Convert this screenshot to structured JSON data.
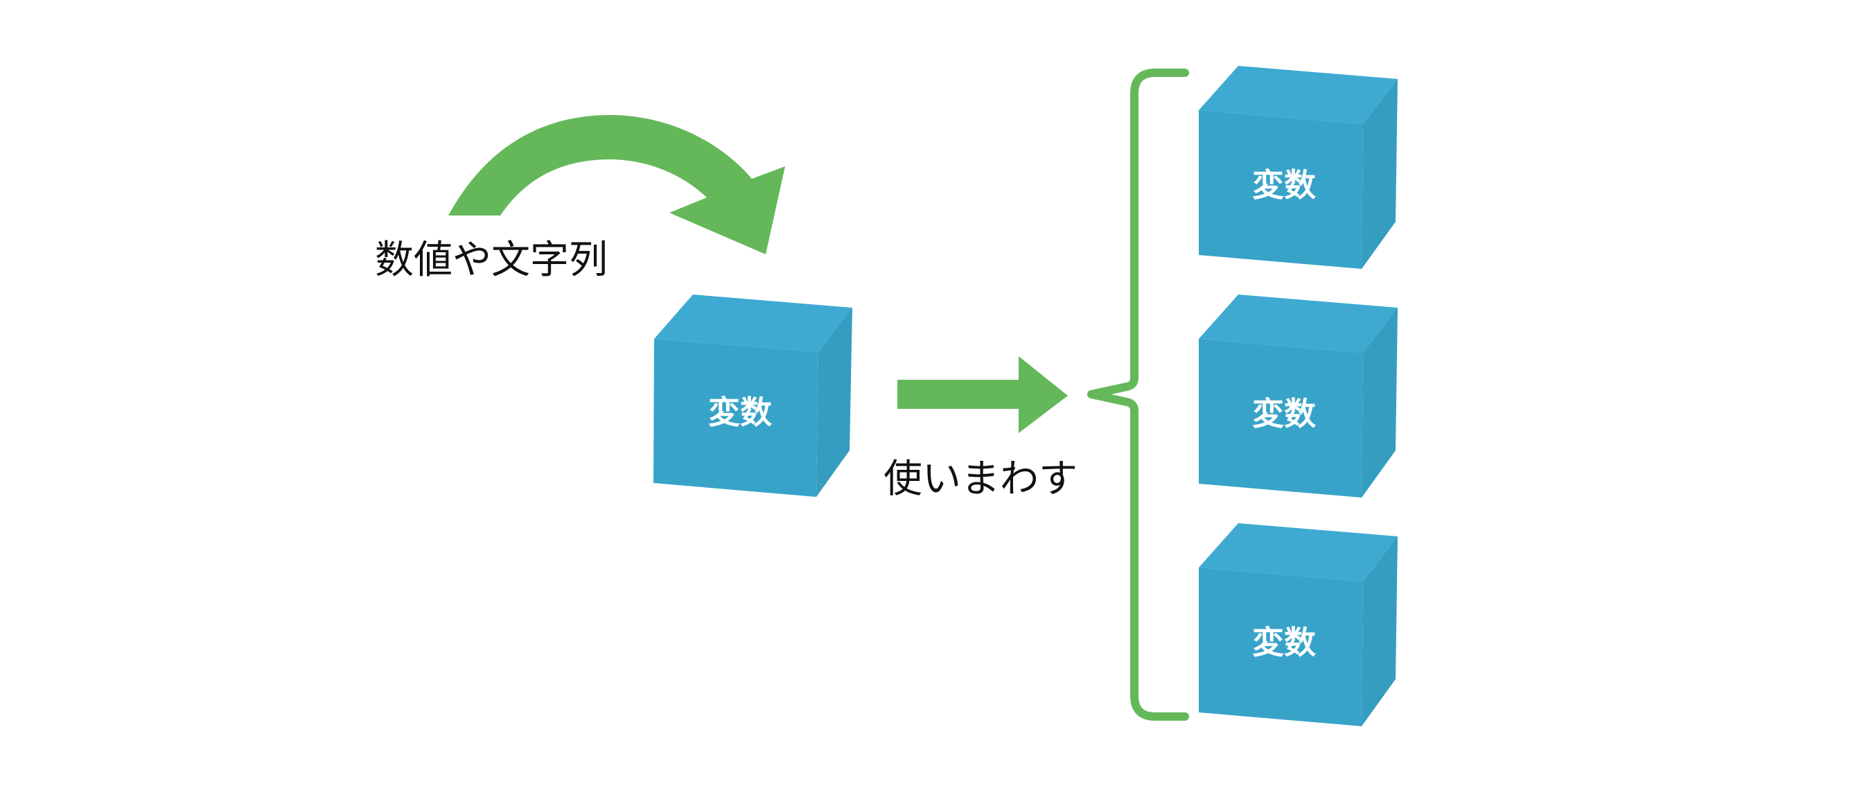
{
  "diagram": {
    "colors": {
      "arrow": "#64B85A",
      "cube_top": "#3EAAD2",
      "cube_front": "#38A3C8",
      "cube_side": "#359DC0",
      "cube_label": "#FFFFFF",
      "text": "#111111"
    },
    "input_label": "数値や文字列",
    "reuse_label": "使いまわす",
    "source_variable": {
      "label": "変数"
    },
    "reused_variables": [
      {
        "label": "変数"
      },
      {
        "label": "変数"
      },
      {
        "label": "変数"
      }
    ],
    "icons": {
      "curved_arrow": "curved-arrow-icon",
      "right_arrow": "right-arrow-icon",
      "brace": "left-curly-brace"
    }
  }
}
